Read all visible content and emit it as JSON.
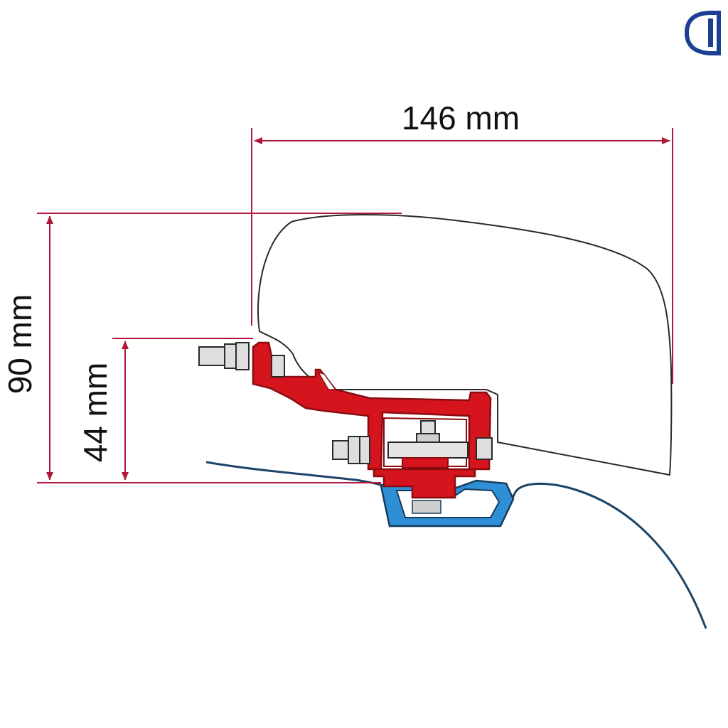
{
  "dimensions": {
    "width_label": "146 mm",
    "height_label": "90 mm",
    "inner_height_label": "44 mm"
  },
  "colors": {
    "dimension_line": "#b0183a",
    "bracket_red": "#d5141e",
    "bracket_dark": "#8a0c10",
    "rail_blue": "#2f8fd6",
    "rail_dark": "#173a5a",
    "roof_line": "#1c4466",
    "outline": "#2a2a2a",
    "bolt_fill": "#dedede",
    "logo_blue": "#1c3e93"
  },
  "icons": {
    "logo": "brand-logo-icon"
  }
}
